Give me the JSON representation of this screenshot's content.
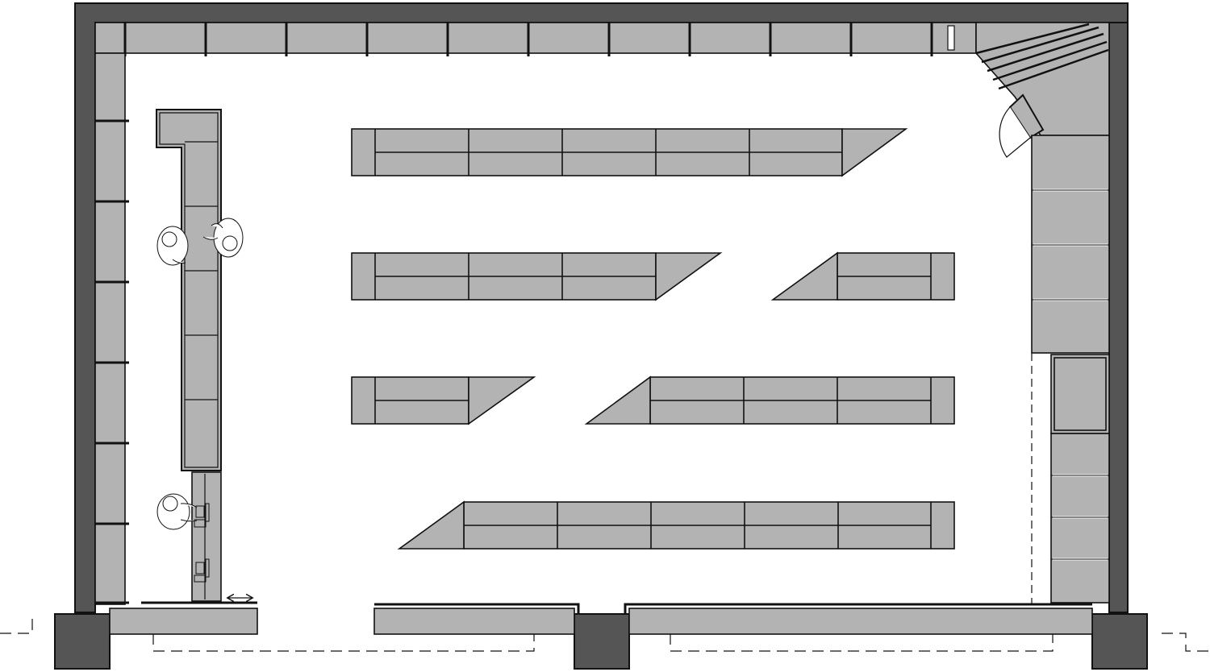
{
  "colors": {
    "wall": "#555555",
    "fixture": "#b3b3b3",
    "outline": "#111111",
    "background": "#ffffff"
  },
  "diagram": {
    "type": "retail-store-floor-plan",
    "labels": [],
    "counts": {
      "gondola_rows": 7,
      "people": 3,
      "registers": 2
    }
  }
}
